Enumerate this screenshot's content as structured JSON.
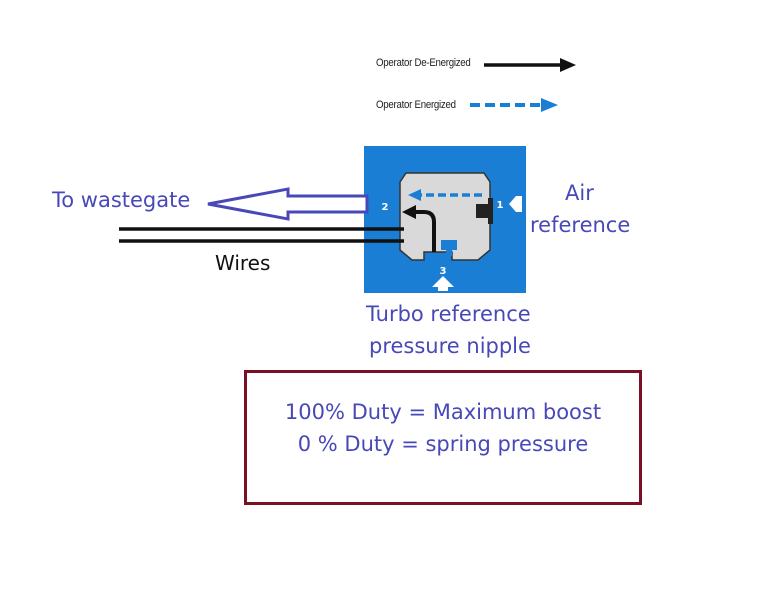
{
  "legend": {
    "de_energized_label": "Operator De-Energized",
    "energized_label": "Operator Energized",
    "de_energized_color": "#111111",
    "energized_color": "#1a7fd4"
  },
  "valve": {
    "background_color": "#1a7fd4",
    "body_color": "#d9d9d9",
    "port_1": "1",
    "port_2": "2",
    "port_3": "3"
  },
  "labels": {
    "to_wastegate": "To wastegate",
    "air_line1": "Air",
    "air_line2": "reference",
    "wires": "Wires",
    "turbo_line1": "Turbo reference",
    "turbo_line2": "pressure nipple"
  },
  "note": {
    "line1": "100% Duty = Maximum boost",
    "line2": "0 % Duty = spring pressure",
    "border_color": "#7a1024"
  }
}
